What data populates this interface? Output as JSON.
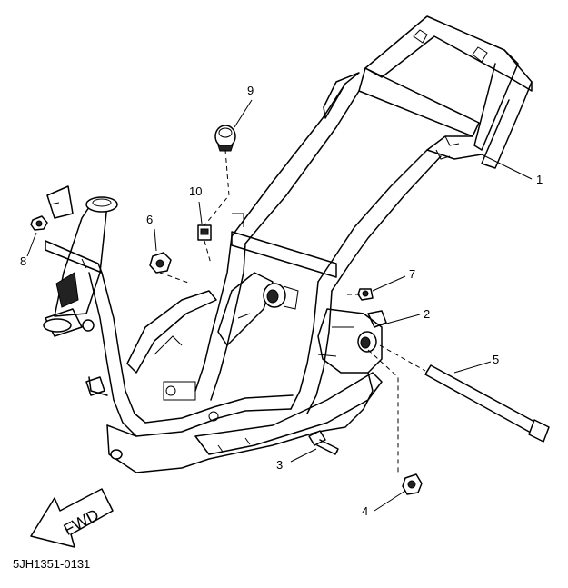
{
  "diagram": {
    "part_code": "5JH1351-0131",
    "fwd_label": "FWD",
    "callouts": [
      {
        "id": "1",
        "label": "1"
      },
      {
        "id": "2",
        "label": "2"
      },
      {
        "id": "3",
        "label": "3"
      },
      {
        "id": "4",
        "label": "4"
      },
      {
        "id": "5",
        "label": "5"
      },
      {
        "id": "6",
        "label": "6"
      },
      {
        "id": "7",
        "label": "7"
      },
      {
        "id": "8",
        "label": "8"
      },
      {
        "id": "9",
        "label": "9"
      },
      {
        "id": "10",
        "label": "10"
      }
    ]
  }
}
